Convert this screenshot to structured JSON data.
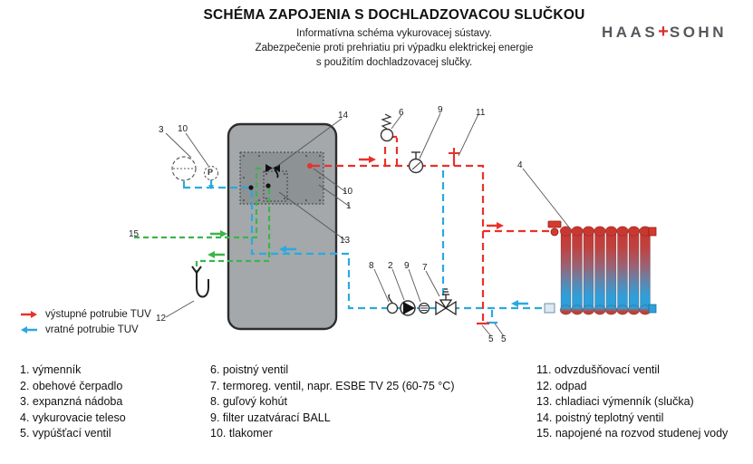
{
  "header": {
    "title": "SCHÉMA ZAPOJENIA S DOCHLADZOVACOU SLUČKOU",
    "subtitle_lines": [
      "Informatívna schéma vykurovacej sústavy.",
      "Zabezpečenie proti prehriatiu pri výpadku elektrickej energie",
      "s použitím dochladzovacej slučky."
    ]
  },
  "logo": {
    "text_left": "HAAS",
    "plus": "+",
    "text_right": "SOHN"
  },
  "legend": {
    "items": [
      {
        "label": "výstupné potrubie TUV",
        "color": "#e8312b",
        "direction": "right"
      },
      {
        "label": "vratné potrubie TUV",
        "color": "#2aa9e0",
        "direction": "left"
      }
    ]
  },
  "parts_list": {
    "columns": [
      {
        "items": [
          {
            "num": "1.",
            "label": "výmenník"
          },
          {
            "num": "2.",
            "label": "obehové čerpadlo"
          },
          {
            "num": "3.",
            "label": "expanzná nádoba"
          },
          {
            "num": "4.",
            "label": "vykurovacie teleso"
          },
          {
            "num": "5.",
            "label": "vypúšťací ventil"
          }
        ]
      },
      {
        "items": [
          {
            "num": "6.",
            "label": "poistný ventil"
          },
          {
            "num": "7.",
            "label": "termoreg. ventil, napr. ESBE TV 25 (60-75 °C)"
          },
          {
            "num": "8.",
            "label": "guľový kohút"
          },
          {
            "num": "9.",
            "label": "filter uzatvárací BALL"
          },
          {
            "num": "10.",
            "label": "tlakomer"
          }
        ]
      },
      {
        "items": [
          {
            "num": "11.",
            "label": "odvzdušňovací ventil"
          },
          {
            "num": "12.",
            "label": "odpad"
          },
          {
            "num": "13.",
            "label": "chladiaci výmenník (slučka)"
          },
          {
            "num": "14.",
            "label": "poistný teplotný ventil"
          },
          {
            "num": "15.",
            "label": "napojené na rozvod studenej vody"
          }
        ]
      }
    ]
  },
  "diagram": {
    "gauge_letter": "P",
    "labels": [
      {
        "id": "3",
        "text": "3"
      },
      {
        "id": "10-left",
        "text": "10"
      },
      {
        "id": "14",
        "text": "14"
      },
      {
        "id": "6",
        "text": "6"
      },
      {
        "id": "9-top",
        "text": "9"
      },
      {
        "id": "11",
        "text": "11"
      },
      {
        "id": "4",
        "text": "4"
      },
      {
        "id": "10-right",
        "text": "10"
      },
      {
        "id": "1",
        "text": "1"
      },
      {
        "id": "13",
        "text": "13"
      },
      {
        "id": "15",
        "text": "15"
      },
      {
        "id": "8",
        "text": "8"
      },
      {
        "id": "2",
        "text": "2"
      },
      {
        "id": "9-bottom",
        "text": "9"
      },
      {
        "id": "7",
        "text": "7"
      },
      {
        "id": "5-left",
        "text": "5"
      },
      {
        "id": "5-right",
        "text": "5"
      },
      {
        "id": "12",
        "text": "12"
      }
    ],
    "colors": {
      "supply_red": "#e8312b",
      "return_blue": "#2aa9e0",
      "cold_water_green": "#3cb54a",
      "boiler_grey": "#a4a8ab"
    }
  }
}
